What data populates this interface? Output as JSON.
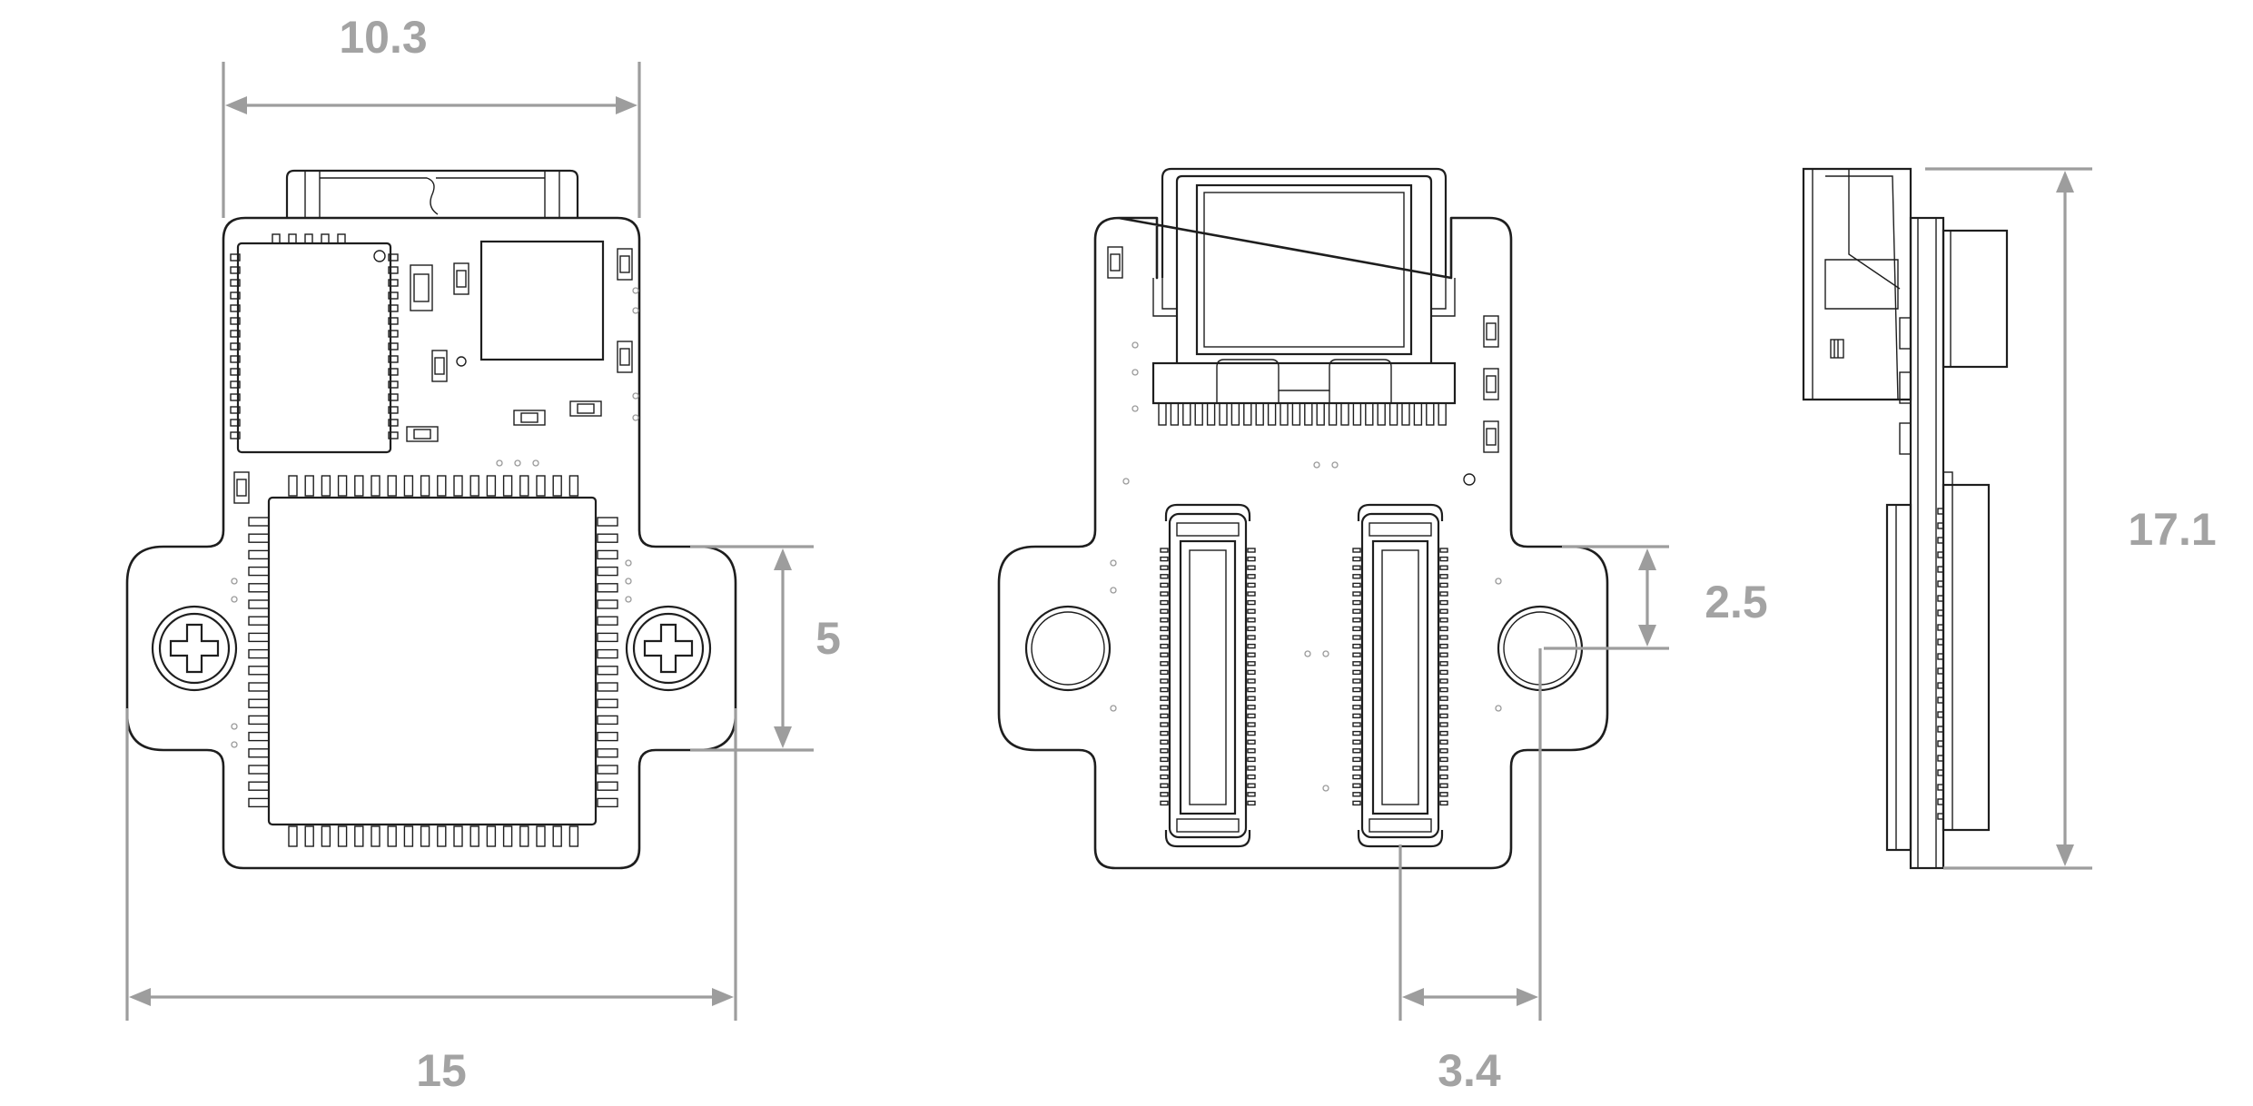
{
  "dimensions": {
    "top_width": "10.3",
    "overall_width": "15",
    "ear_height": "5",
    "hole_offset_v": "2.5",
    "hole_offset_h": "3.4",
    "height": "17.1"
  },
  "colors": {
    "dimension": "#9d9d9d",
    "outline": "#1e1e1e",
    "background": "#ffffff"
  }
}
